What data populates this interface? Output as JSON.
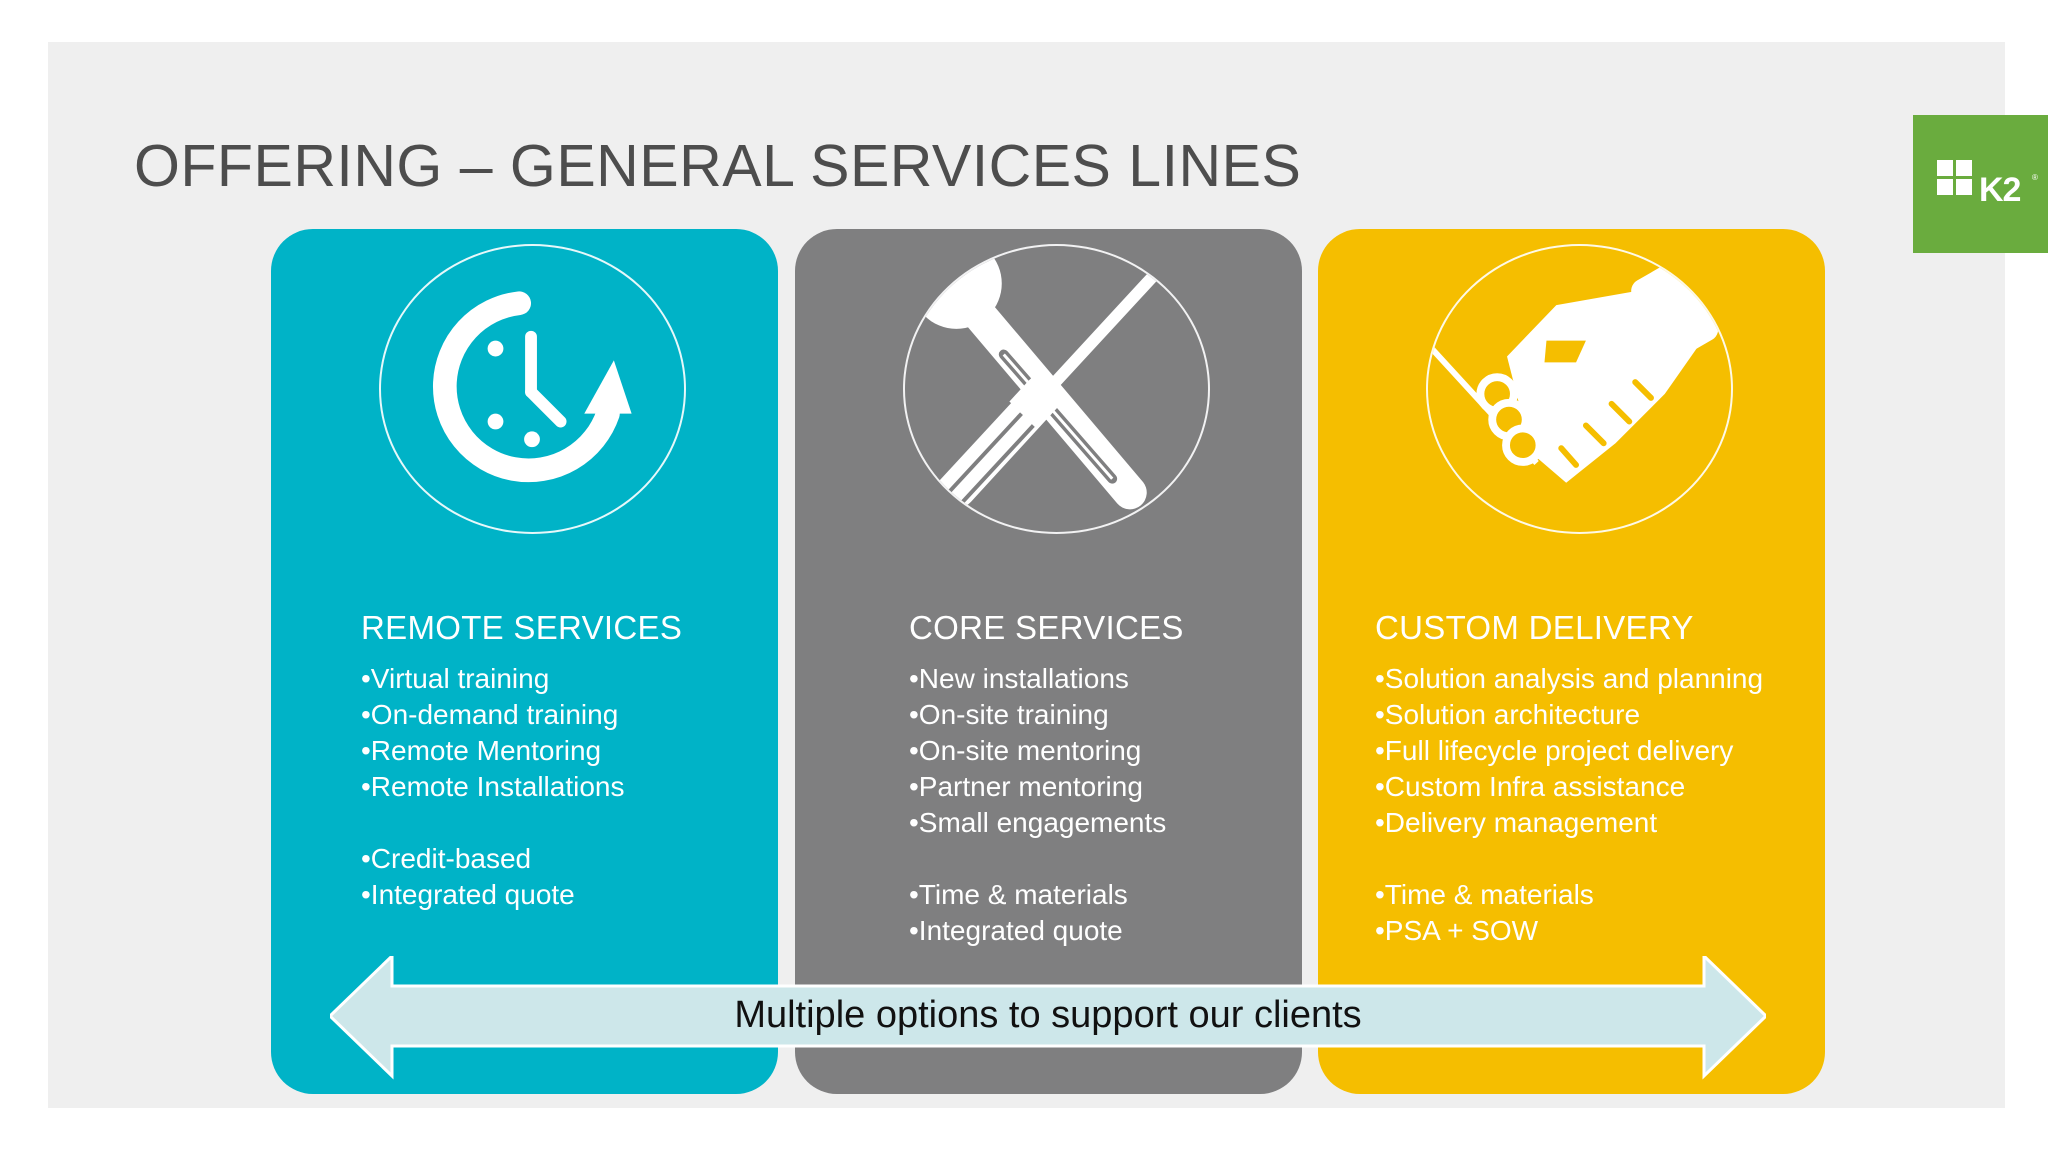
{
  "slide": {
    "title": "OFFERING – GENERAL SERVICES LINES",
    "logo_text": "K2",
    "logo_mark": "®"
  },
  "colors": {
    "remote": "#00b3c7",
    "core": "#7f7f80",
    "custom": "#f5be00",
    "arrow_fill": "#cde7ea",
    "logo": "#6aac3e"
  },
  "cards": [
    {
      "icon": "clock-refresh-icon",
      "heading": "REMOTE SERVICES",
      "items": [
        "•Virtual training",
        "•On-demand training",
        "•Remote Mentoring",
        "•Remote Installations"
      ],
      "terms": [
        "•Credit-based",
        "•Integrated quote"
      ]
    },
    {
      "icon": "wrench-screwdriver-icon",
      "heading": "CORE SERVICES",
      "items": [
        "•New installations",
        "•On-site training",
        "•On-site mentoring",
        "•Partner mentoring",
        "•Small engagements"
      ],
      "terms": [
        "•Time & materials",
        "•Integrated quote"
      ]
    },
    {
      "icon": "handshake-icon",
      "heading": "CUSTOM DELIVERY",
      "items": [
        "•Solution analysis and planning",
        "•Solution architecture",
        "•Full lifecycle project delivery",
        "•Custom Infra assistance",
        "•Delivery management"
      ],
      "terms": [
        "•Time & materials",
        "•PSA + SOW"
      ]
    }
  ],
  "arrow": {
    "text": "Multiple options to support our clients"
  }
}
